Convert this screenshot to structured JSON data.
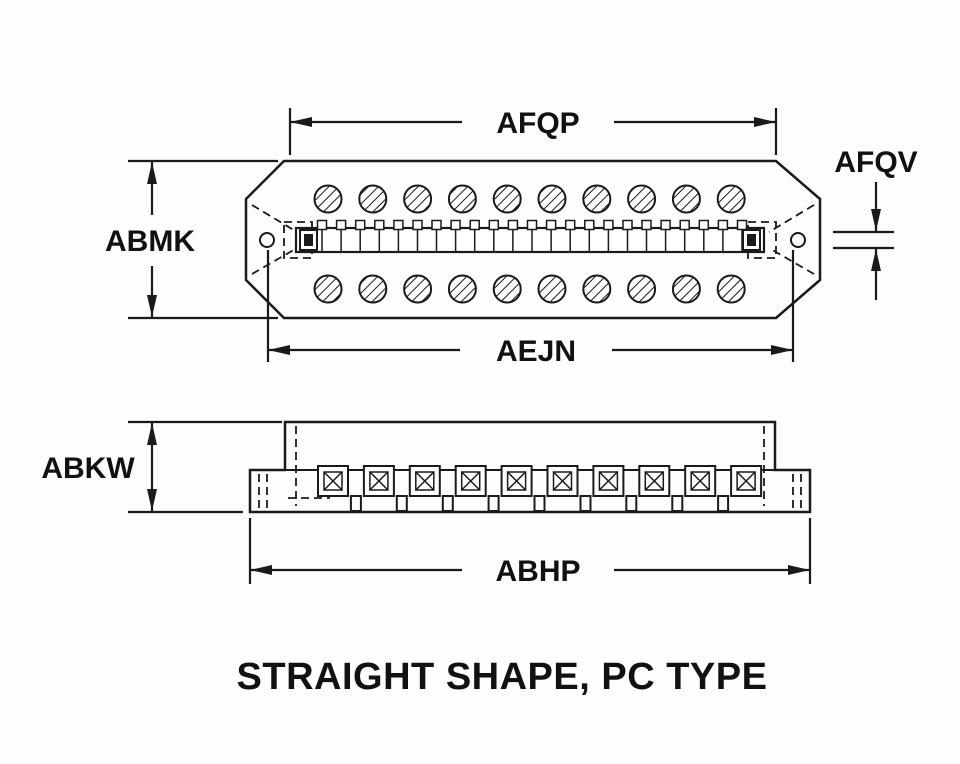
{
  "title": "STRAIGHT SHAPE, PC TYPE",
  "labels": {
    "afqp": "AFQP",
    "afqv": "AFQV",
    "abmk": "ABMK",
    "aejn": "AEJN",
    "abkw": "ABKW",
    "abhp": "ABHP"
  },
  "colors": {
    "line": "#1a1a1a",
    "background": "#fdfdfd"
  },
  "top_view": {
    "screws_per_row": 10,
    "screw_rows": 2,
    "contact_segments": 22,
    "mounting_holes": 2
  },
  "side_view": {
    "terminal_count": 10,
    "pin_count": 9
  }
}
